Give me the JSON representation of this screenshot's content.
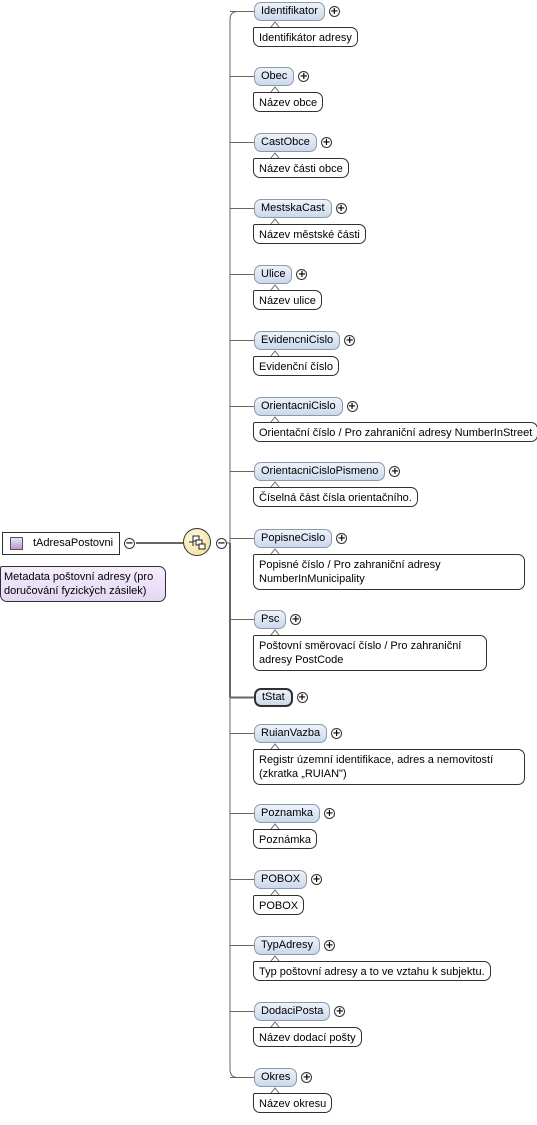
{
  "root": {
    "name": "tAdresaPostovni",
    "doc": "Metadata poštovní adresy (pro doručování fyzických zásilek)",
    "collapse_glyph": "−",
    "root_icon": "complex-type-icon",
    "sequence_icon": "sequence-compositor-icon"
  },
  "colors": {
    "element_fill": "#d4dfef",
    "root_doc_fill": "#ece3f8",
    "sequence_fill": "#f6e6a6",
    "line": "#666666"
  },
  "expand_glyph": "+",
  "elements": [
    {
      "name": "Identifikator",
      "doc": "Identifikátor adresy"
    },
    {
      "name": "Obec",
      "doc": "Název obce"
    },
    {
      "name": "CastObce",
      "doc": "Název části obce"
    },
    {
      "name": "MestskaCast",
      "doc": "Název městské části"
    },
    {
      "name": "Ulice",
      "doc": "Název ulice"
    },
    {
      "name": "EvidencniCislo",
      "doc": "Evidenční číslo"
    },
    {
      "name": "OrientacniCislo",
      "doc": "Orientační číslo / Pro zahraniční adresy NumberInStreet"
    },
    {
      "name": "OrientacniCisloPismeno",
      "doc": "Číselná část čísla orientačního."
    },
    {
      "name": "PopisneCislo",
      "doc": "Popisné číslo / Pro zahraniční adresy NumberInMunicipality"
    },
    {
      "name": "Psc",
      "doc": "Poštovní směrovací číslo / Pro zahraniční adresy PostCode"
    },
    {
      "name": "tStat",
      "doc": ""
    },
    {
      "name": "RuianVazba",
      "doc": "Registr územní identifikace, adres a nemovitostí (zkratka „RUIAN\")"
    },
    {
      "name": "Poznamka",
      "doc": "Poznámka"
    },
    {
      "name": "POBOX",
      "doc": "POBOX"
    },
    {
      "name": "TypAdresy",
      "doc": "Typ poštovní adresy a to ve vztahu k subjektu."
    },
    {
      "name": "DodaciPosta",
      "doc": "Název dodací pošty"
    },
    {
      "name": "Okres",
      "doc": "Název okresu"
    }
  ]
}
